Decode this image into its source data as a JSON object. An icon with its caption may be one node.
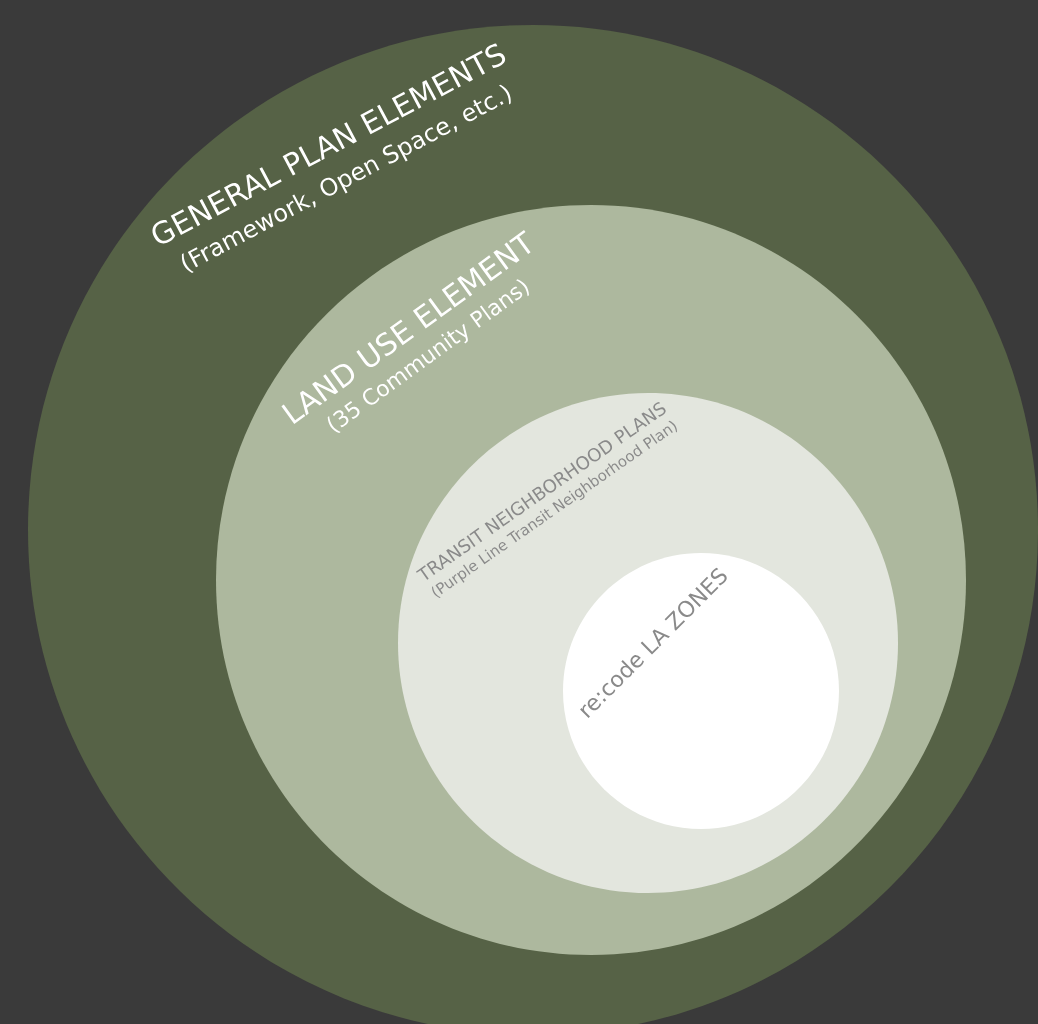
{
  "diagram": {
    "nodes": [
      {
        "text": [
          "GENERAL PLAN ELEMENTS",
          "(Framework, Open Space, etc.)"
        ]
      },
      {
        "text": [
          "LAND USE ELEMENT",
          "(35 Community Plans)"
        ],
        "in": 0
      },
      {
        "text": [
          "TRANSIT NEIGHBORHOOD PLANS",
          "(Purple Line Transit Neighborhood Plan)"
        ],
        "in": 1
      },
      {
        "text": [
          "re:code LA ZONES"
        ],
        "in": 2
      }
    ]
  }
}
